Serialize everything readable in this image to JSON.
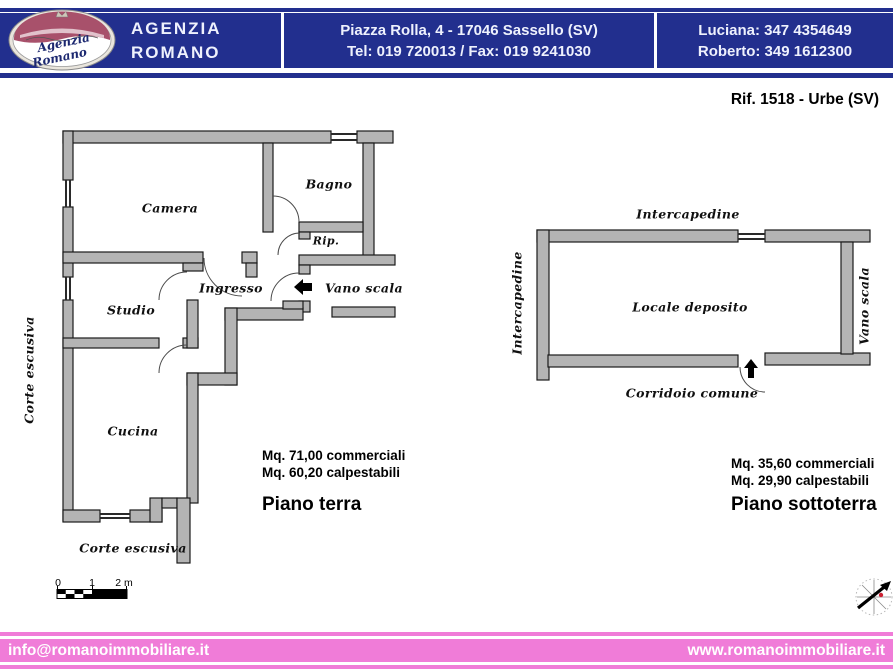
{
  "header": {
    "logo": {
      "line1": "Agenzia",
      "line2": "Romano"
    },
    "agency_name_line1": "AGENZIA",
    "agency_name_line2": "ROMANO",
    "address_line1": "Piazza Rolla, 4 - 17046 Sassello (SV)",
    "address_line2": "Tel: 019 720013 / Fax: 019 9241030",
    "contact_line1": "Luciana: 347 4354649",
    "contact_line2": "Roberto: 349 1612300"
  },
  "reference": "Rif. 1518 - Urbe (SV)",
  "ground_floor": {
    "title": "Piano terra",
    "area_commercial": "Mq. 71,00 commerciali",
    "area_walkable": "Mq. 60,20 calpestabili",
    "rooms": {
      "camera": "Camera",
      "bagno": "Bagno",
      "rip": "Rip.",
      "ingresso": "Ingresso",
      "vano_scala": "Vano scala",
      "studio": "Studio",
      "cucina": "Cucina",
      "corte_escusiva_left": "Corte escusiva",
      "corte_escusiva_bottom": "Corte escusiva"
    }
  },
  "basement": {
    "title": "Piano sottoterra",
    "area_commercial": "Mq. 35,60 commerciali",
    "area_walkable": "Mq. 29,90 calpestabili",
    "rooms": {
      "intercapedine_top": "Intercapedine",
      "intercapedine_left": "Intercapedine",
      "locale_deposito": "Locale deposito",
      "vano_scala": "Vano scala",
      "corridoio_comune": "Corridoio comune"
    }
  },
  "scale_bar": {
    "tick0": "0",
    "tick1": "1",
    "tick2": "2 m"
  },
  "footer": {
    "email": "info@romanoimmobiliare.it",
    "website": "www.romanoimmobiliare.it"
  },
  "colors": {
    "header_blue": "#222f8e",
    "footer_pink": "#f07cd8",
    "wall_gray": "#b4b4b4",
    "logo_red": "#a8516b",
    "compass_red": "#cc2233"
  }
}
